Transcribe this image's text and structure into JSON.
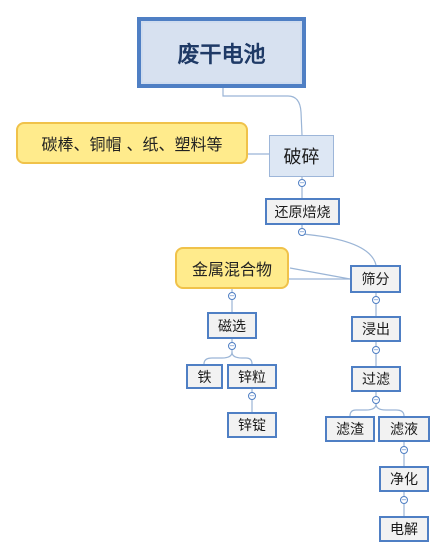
{
  "root": "废干电池",
  "callouts": {
    "crush_note": "碳棒、铜帽 、纸、塑料等",
    "sieve_note": "金属混合物"
  },
  "nodes": {
    "crush": "破碎",
    "roast": "还原焙烧",
    "sieve": "筛分",
    "magnetic": "磁选",
    "iron": "铁",
    "zinc_granule": "锌粒",
    "zinc_ingot": "锌锭",
    "leach": "浸出",
    "filter": "过滤",
    "residue": "滤渣",
    "filtrate": "滤液",
    "purify": "净化",
    "electrolysis": "电解"
  },
  "toggle_glyph": "−",
  "colors": {
    "accent": "#4f7fc4",
    "callout": "#ffeb8c",
    "line": "#9bb5d6"
  }
}
